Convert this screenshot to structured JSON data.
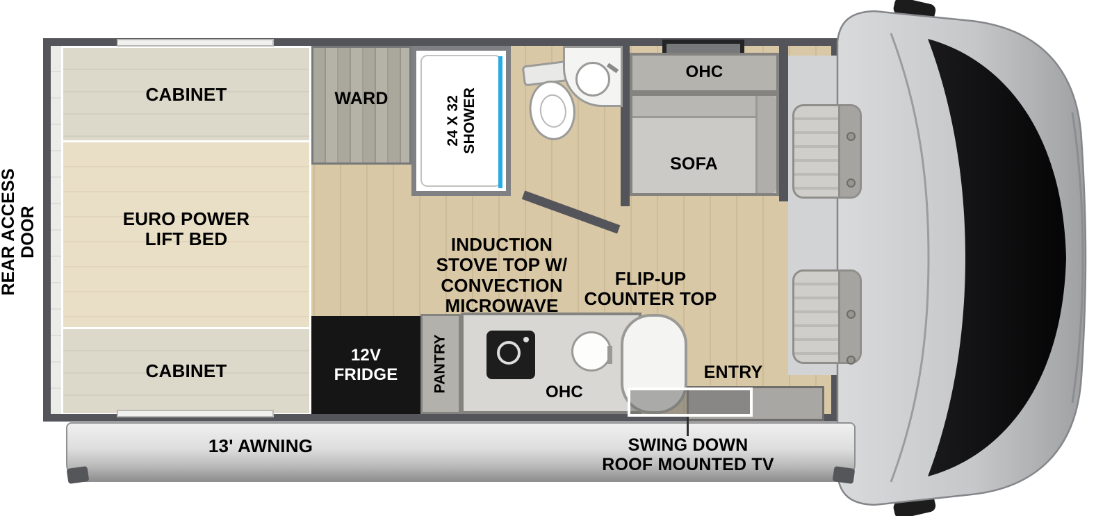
{
  "diagram": {
    "type": "rv-floorplan",
    "labels": {
      "rear_access_door": "REAR ACCESS\nDOOR",
      "cabinet_top": "CABINET",
      "euro_power_lift_bed": "EURO POWER\nLIFT BED",
      "cabinet_bottom": "CABINET",
      "ward": "WARD",
      "shower": "24 X 32\nSHOWER",
      "ohc_bath": "OHC",
      "sofa": "SOFA",
      "induction_stove": "INDUCTION\nSTOVE TOP W/\nCONVECTION\nMICROWAVE",
      "flip_up_counter": "FLIP-UP\nCOUNTER TOP",
      "fridge_12v": "12V\nFRIDGE",
      "pantry": "PANTRY",
      "ohc_kitchen": "OHC",
      "entry": "ENTRY",
      "awning": "13' AWNING",
      "swing_down_tv": "SWING DOWN\nROOF MOUNTED TV"
    },
    "colors": {
      "wall": "#54555A",
      "main_floor_wood": "#D8C6A2",
      "bedroom_floor": "#EBEBE7",
      "shower_glass_blue": "#29ABE2",
      "fridge_black": "#151515",
      "counter_gray": "#D8D7D3",
      "awning_gray": "#CFCFCF",
      "van_body_gray": "#C6C7C9",
      "windshield_black": "#101012"
    }
  }
}
